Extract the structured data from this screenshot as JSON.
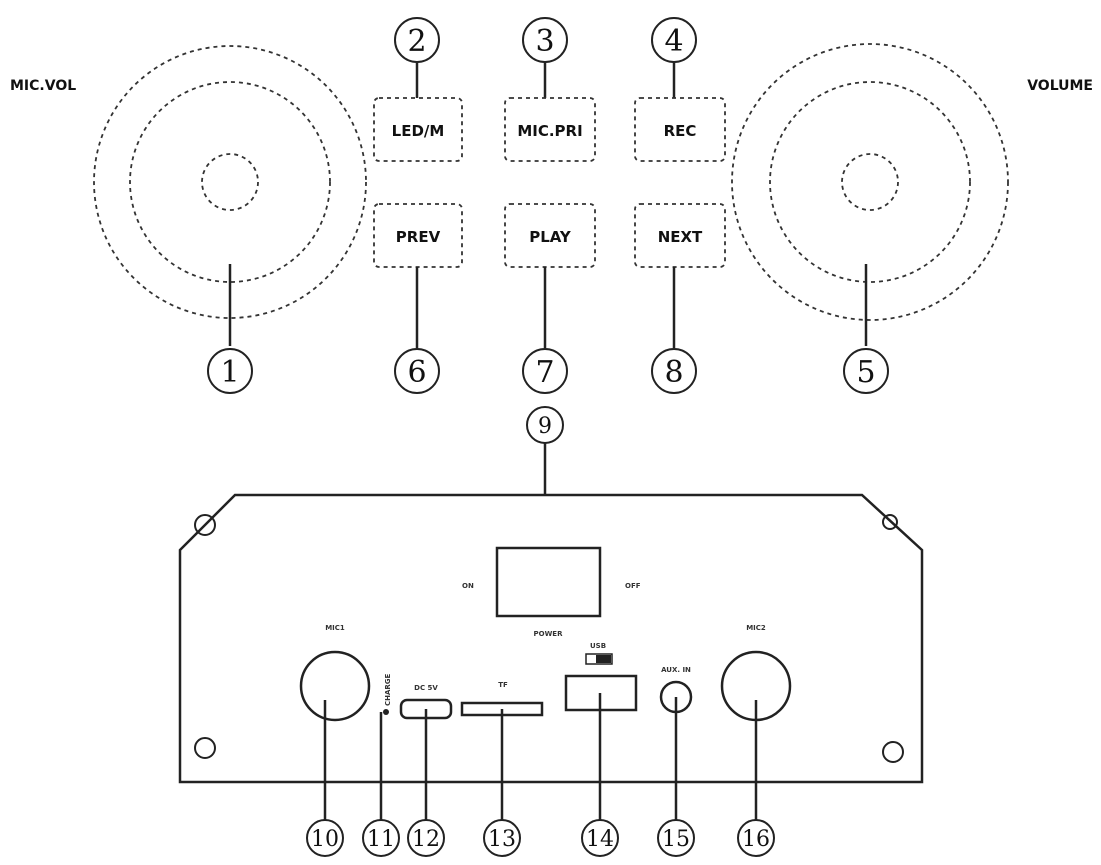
{
  "top_panel": {
    "knobs": [
      {
        "number": "1",
        "label": "MIC.VOL"
      },
      {
        "number": "5",
        "label": "VOLUME"
      }
    ],
    "buttons": [
      {
        "number": "2",
        "label": "LED/M"
      },
      {
        "number": "3",
        "label": "MIC.PRI"
      },
      {
        "number": "4",
        "label": "REC"
      },
      {
        "number": "6",
        "label": "PREV"
      },
      {
        "number": "7",
        "label": "PLAY"
      },
      {
        "number": "8",
        "label": "NEXT"
      }
    ]
  },
  "rear_panel": {
    "power": {
      "number": "9",
      "on_label": "ON",
      "off_label": "OFF",
      "label": "POWER"
    },
    "ports": [
      {
        "number": "10",
        "label": "MIC1"
      },
      {
        "number": "11",
        "label": "CHARGE"
      },
      {
        "number": "12",
        "label": "DC 5V"
      },
      {
        "number": "13",
        "label": "TF"
      },
      {
        "number": "14",
        "label": "USB"
      },
      {
        "number": "15",
        "label": "AUX. IN"
      },
      {
        "number": "16",
        "label": "MIC2"
      }
    ]
  },
  "colors": {
    "line": "#222222",
    "background": "#ffffff"
  }
}
